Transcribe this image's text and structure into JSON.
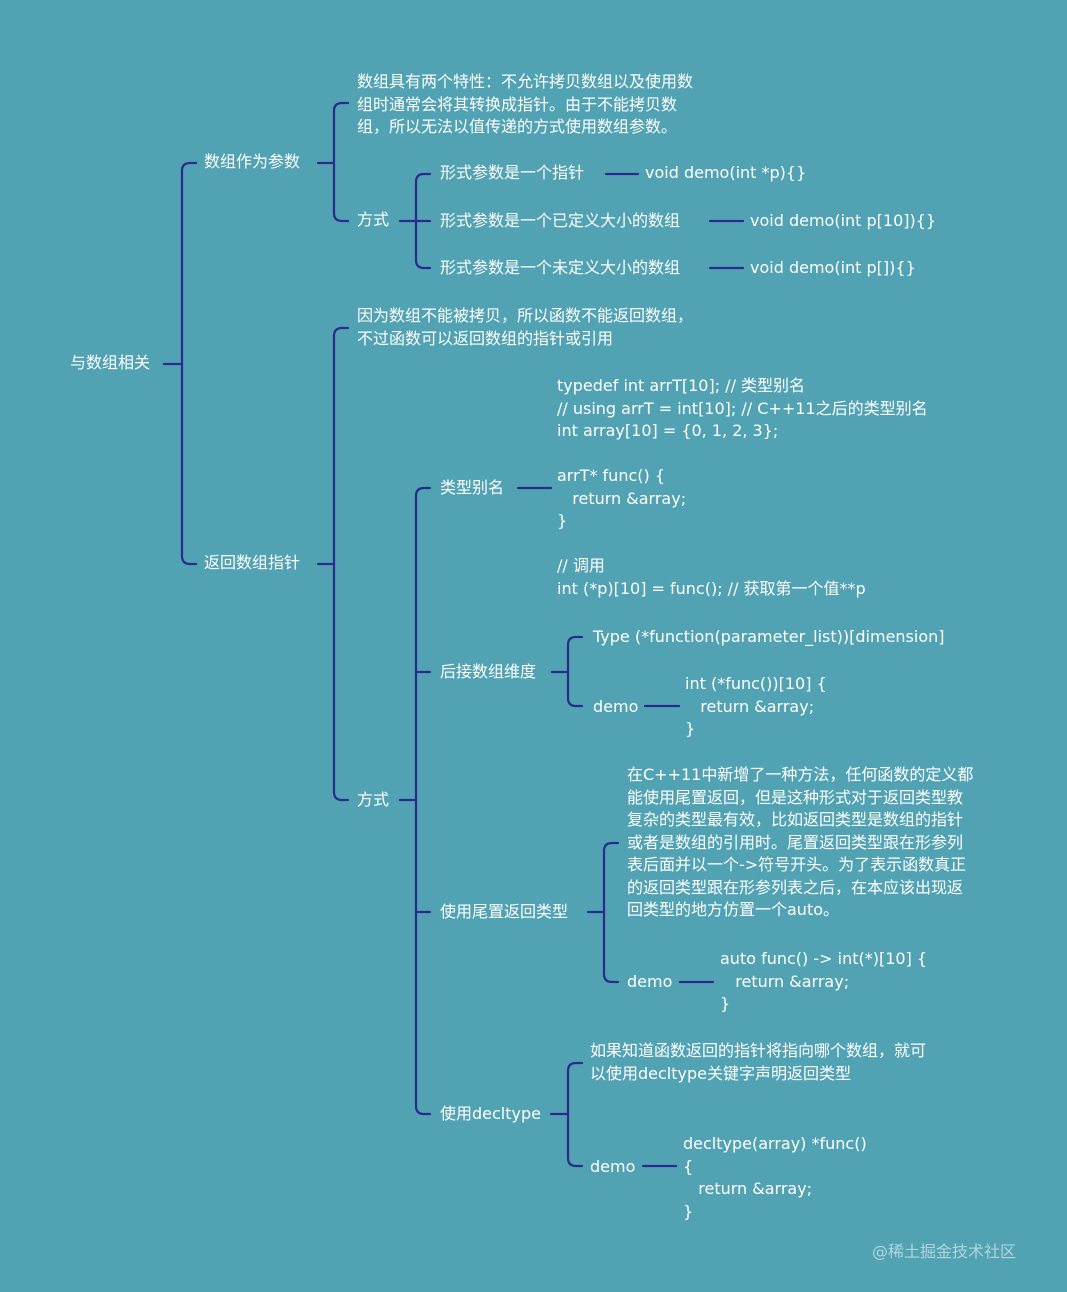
{
  "colors": {
    "background": "#51a3b4",
    "line": "#2c2a8c",
    "text": "#ffffff"
  },
  "root": {
    "label": "与数组相关"
  },
  "param": {
    "label": "数组作为参数",
    "note": "数组具有两个特性：不允许拷贝数组以及使用数\n组时通常会将其转换成指针。由于不能拷贝数\n组，所以无法以值传递的方式使用数组参数。",
    "method": {
      "label": "方式",
      "items": [
        {
          "label": "形式参数是一个指针",
          "code": "void demo(int *p){}"
        },
        {
          "label": "形式参数是一个已定义大小的数组",
          "code": "void demo(int p[10]){}"
        },
        {
          "label": "形式参数是一个未定义大小的数组",
          "code": "void demo(int p[]){}"
        }
      ]
    }
  },
  "ret": {
    "label": "返回数组指针",
    "note": "因为数组不能被拷贝，所以函数不能返回数组，\n不过函数可以返回数组的指针或引用",
    "method": {
      "label": "方式",
      "alias": {
        "label": "类型别名",
        "code": "typedef int arrT[10]; // 类型别名\n// using arrT = int[10]; // C++11之后的类型别名\nint array[10] = {0, 1, 2, 3};\n\narrT* func() {\n   return &array;\n}\n\n// 调用\nint (*p)[10] = func(); // 获取第一个值**p"
      },
      "dimension": {
        "label": "后接数组维度",
        "syntax": "Type (*function(parameter_list))[dimension]",
        "demo_label": "demo",
        "demo_code": "int (*func())[10] {\n   return &array;\n}"
      },
      "trailing": {
        "label": "使用尾置返回类型",
        "note": "在C++11中新增了一种方法，任何函数的定义都\n能使用尾置返回，但是这种形式对于返回类型教\n复杂的类型最有效，比如返回类型是数组的指针\n或者是数组的引用时。尾置返回类型跟在形参列\n表后面并以一个->符号开头。为了表示函数真正\n的返回类型跟在形参列表之后，在本应该出现返\n回类型的地方仿置一个auto。",
        "demo_label": "demo",
        "demo_code": "auto func() -> int(*)[10] {\n   return &array;\n}"
      },
      "decltype": {
        "label": "使用decltype",
        "note": "如果知道函数返回的指针将指向哪个数组，就可\n以使用decltype关键字声明返回类型",
        "demo_label": "demo",
        "demo_code": "decltype(array) *func()\n{\n   return &array;\n}"
      }
    }
  },
  "watermark": "@稀土掘金技术社区"
}
